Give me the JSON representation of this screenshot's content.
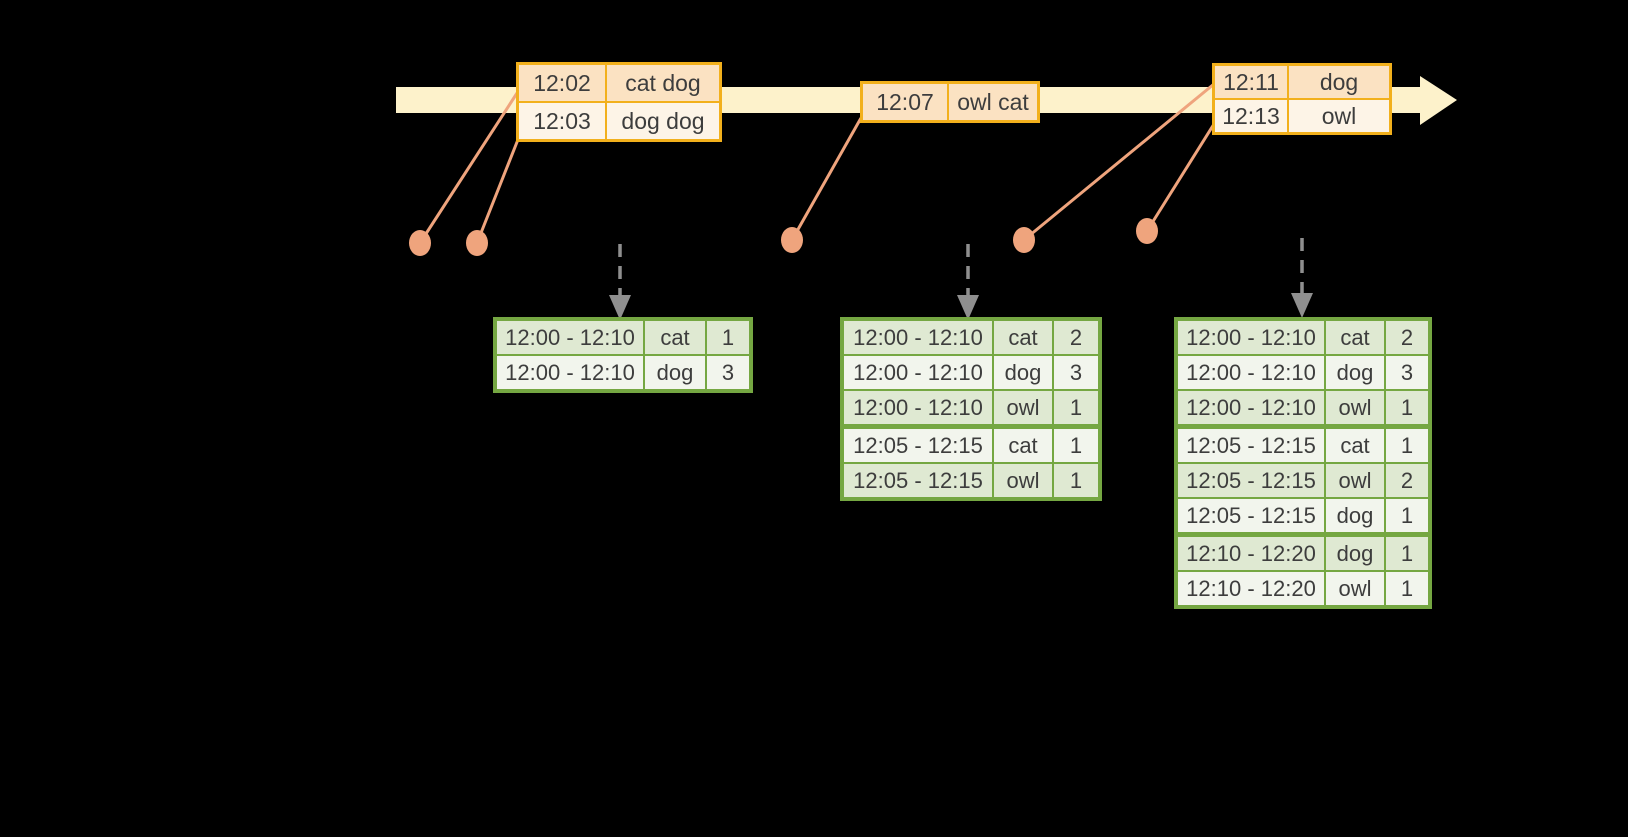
{
  "colors": {
    "background": "#000000",
    "timeline_fill": "#fdf2cb",
    "event_border": "#f2b01c",
    "event_row_dark": "#fbe2c2",
    "event_row_light": "#fdf4e7",
    "marker": "#efa47d",
    "trigger_arrow": "#8f8f8f",
    "result_border": "#75a742",
    "result_row_dark": "#dfe9d2",
    "result_row_light": "#f2f5ed",
    "text": "#3d3d3d"
  },
  "event_tables": [
    {
      "id": "batch-1",
      "cell_names": [
        "event-time",
        "event-words"
      ],
      "rows": [
        [
          "12:02",
          "cat dog"
        ],
        [
          "12:03",
          "dog dog"
        ]
      ]
    },
    {
      "id": "batch-2",
      "cell_names": [
        "event-time",
        "event-words"
      ],
      "rows": [
        [
          "12:07",
          "owl cat"
        ]
      ]
    },
    {
      "id": "batch-3",
      "cell_names": [
        "event-time",
        "event-words"
      ],
      "rows": [
        [
          "12:11",
          "dog"
        ],
        [
          "12:13",
          "owl"
        ]
      ]
    }
  ],
  "result_tables": [
    {
      "id": "result-1",
      "cell_names": [
        "window-range",
        "word",
        "count"
      ],
      "group_starts": [],
      "rows": [
        [
          "12:00 - 12:10",
          "cat",
          "1"
        ],
        [
          "12:00 - 12:10",
          "dog",
          "3"
        ]
      ]
    },
    {
      "id": "result-2",
      "cell_names": [
        "window-range",
        "word",
        "count"
      ],
      "group_starts": [
        3
      ],
      "rows": [
        [
          "12:00 - 12:10",
          "cat",
          "2"
        ],
        [
          "12:00 - 12:10",
          "dog",
          "3"
        ],
        [
          "12:00 - 12:10",
          "owl",
          "1"
        ],
        [
          "12:05 - 12:15",
          "cat",
          "1"
        ],
        [
          "12:05 - 12:15",
          "owl",
          "1"
        ]
      ]
    },
    {
      "id": "result-3",
      "cell_names": [
        "window-range",
        "word",
        "count"
      ],
      "group_starts": [
        3,
        6
      ],
      "rows": [
        [
          "12:00 - 12:10",
          "cat",
          "2"
        ],
        [
          "12:00 - 12:10",
          "dog",
          "3"
        ],
        [
          "12:00 - 12:10",
          "owl",
          "1"
        ],
        [
          "12:05 - 12:15",
          "cat",
          "1"
        ],
        [
          "12:05 - 12:15",
          "owl",
          "2"
        ],
        [
          "12:05 - 12:15",
          "dog",
          "1"
        ],
        [
          "12:10 - 12:20",
          "dog",
          "1"
        ],
        [
          "12:10 - 12:20",
          "owl",
          "1"
        ]
      ]
    }
  ]
}
